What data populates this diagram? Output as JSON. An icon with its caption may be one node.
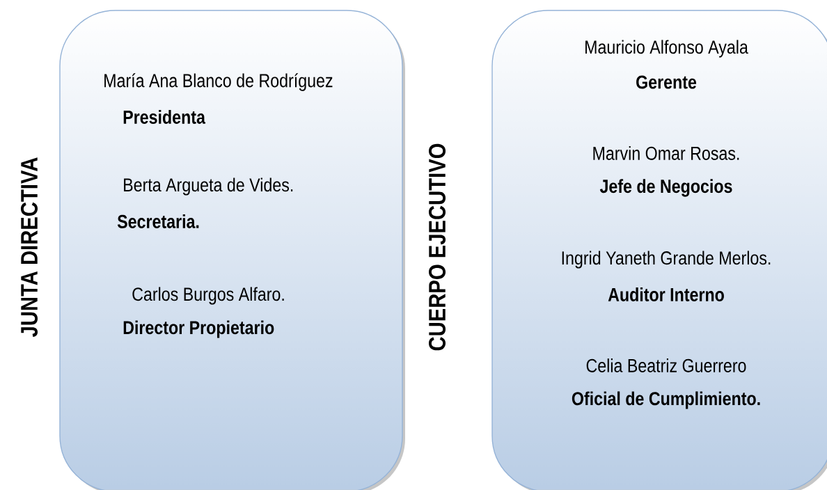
{
  "diagram": {
    "nodes": [
      {
        "text": [
          "JUNTA DIRECTIVA"
        ]
      },
      {
        "text": [
          "María Ana Blanco de Rodríguez",
          "Presidenta",
          "Berta Argueta de Vides.",
          "Secretaria.",
          "Carlos Burgos Alfaro.",
          "Director Propietario"
        ]
      },
      {
        "text": [
          "CUERPO EJECUTIVO"
        ]
      },
      {
        "text": [
          "Mauricio Alfonso Ayala",
          "Gerente",
          "Marvin Omar Rosas.",
          "Jefe de Negocios",
          "Ingrid Yaneth Grande Merlos.",
          "Auditor Interno",
          "Celia Beatriz Guerrero",
          "Oficial de Cumplimiento."
        ]
      }
    ]
  }
}
